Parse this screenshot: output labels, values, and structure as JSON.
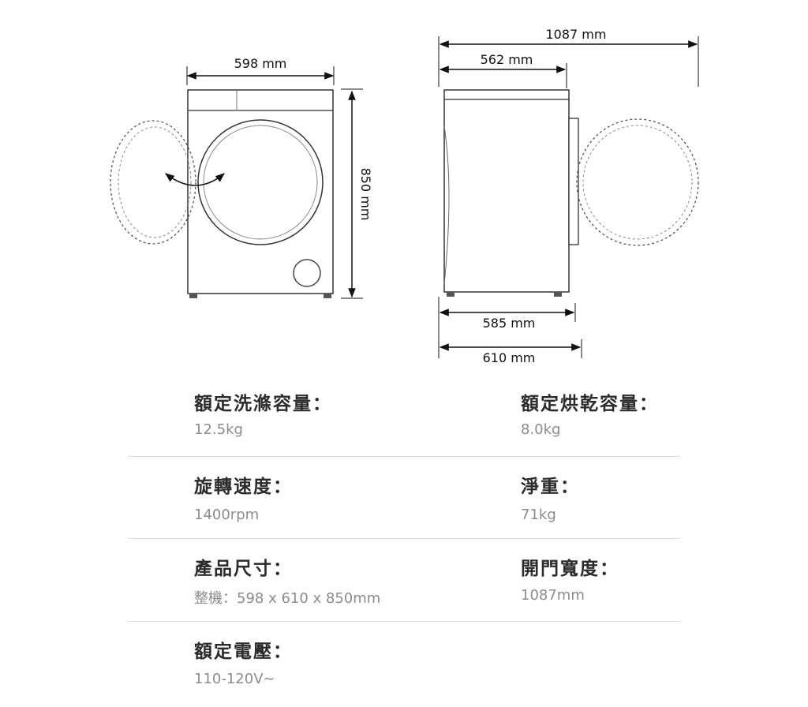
{
  "dimensions": {
    "front_width": "598 mm",
    "height": "850 mm",
    "door_open_depth": "1087 mm",
    "body_depth": "562 mm",
    "depth_585": "585 mm",
    "depth_610": "610 mm"
  },
  "specs": [
    {
      "label": "額定洗滌容量：",
      "value": "12.5kg"
    },
    {
      "label": "額定烘乾容量：",
      "value": "8.0kg"
    },
    {
      "label": "旋轉速度：",
      "value": "1400rpm"
    },
    {
      "label": "淨重：",
      "value": "71kg"
    },
    {
      "label": "產品尺寸：",
      "value": "整機：598 x 610 x 850mm"
    },
    {
      "label": "開門寬度：",
      "value": "1087mm"
    },
    {
      "label": "額定電壓：",
      "value": "110-120V~"
    }
  ]
}
